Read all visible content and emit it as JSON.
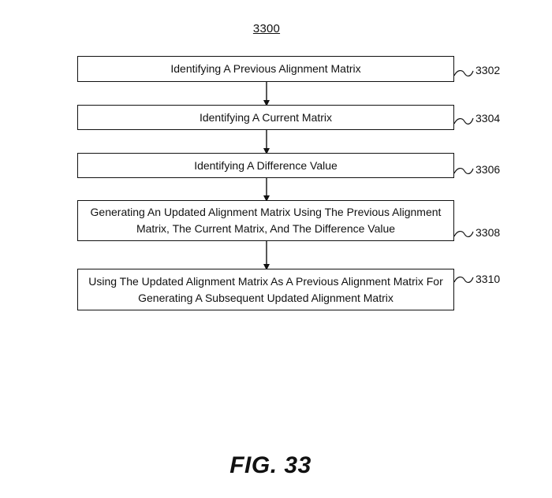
{
  "figure_number": "3300",
  "steps": [
    {
      "text": "Identifying A Previous Alignment Matrix",
      "ref": "3302"
    },
    {
      "text": "Identifying A Current Matrix",
      "ref": "3304"
    },
    {
      "text": "Identifying A Difference Value",
      "ref": "3306"
    },
    {
      "text": "Generating An Updated Alignment Matrix Using The Previous Alignment Matrix, The Current Matrix, And The Difference Value",
      "ref": "3308"
    },
    {
      "text": "Using The Updated Alignment Matrix As A Previous Alignment Matrix For Generating A Subsequent Updated Alignment Matrix",
      "ref": "3310"
    }
  ],
  "caption": "FIG. 33"
}
